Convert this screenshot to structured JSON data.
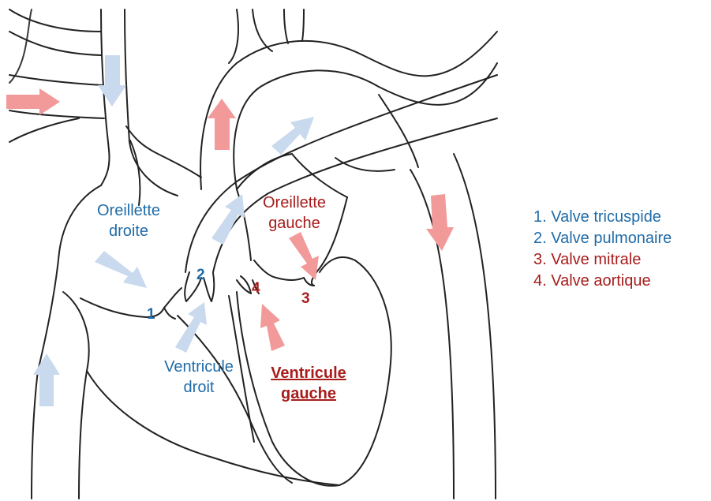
{
  "colors": {
    "right_side": "#1f6ba8",
    "left_side": "#a81c1c",
    "deoxygenated_arrow": "#c9d9ee",
    "oxygenated_arrow": "#f29a9a",
    "outline": "#222222"
  },
  "labels": {
    "oreillette_droite": [
      "Oreillette",
      "droite"
    ],
    "oreillette_gauche": [
      "Oreillette",
      "gauche"
    ],
    "ventricule_droit": [
      "Ventricule",
      "droit"
    ],
    "ventricule_gauche": [
      "Ventricule",
      "gauche"
    ]
  },
  "valve_numbers": {
    "tricuspide": "1",
    "pulmonaire": "2",
    "mitrale": "3",
    "aortique": "4"
  },
  "legend": [
    {
      "text": "1. Valve tricuspide",
      "color": "#1f6ba8"
    },
    {
      "text": "2. Valve pulmonaire",
      "color": "#1f6ba8"
    },
    {
      "text": "3. Valve mitrale",
      "color": "#a81c1c"
    },
    {
      "text": "4. Valve aortique",
      "color": "#a81c1c"
    }
  ]
}
